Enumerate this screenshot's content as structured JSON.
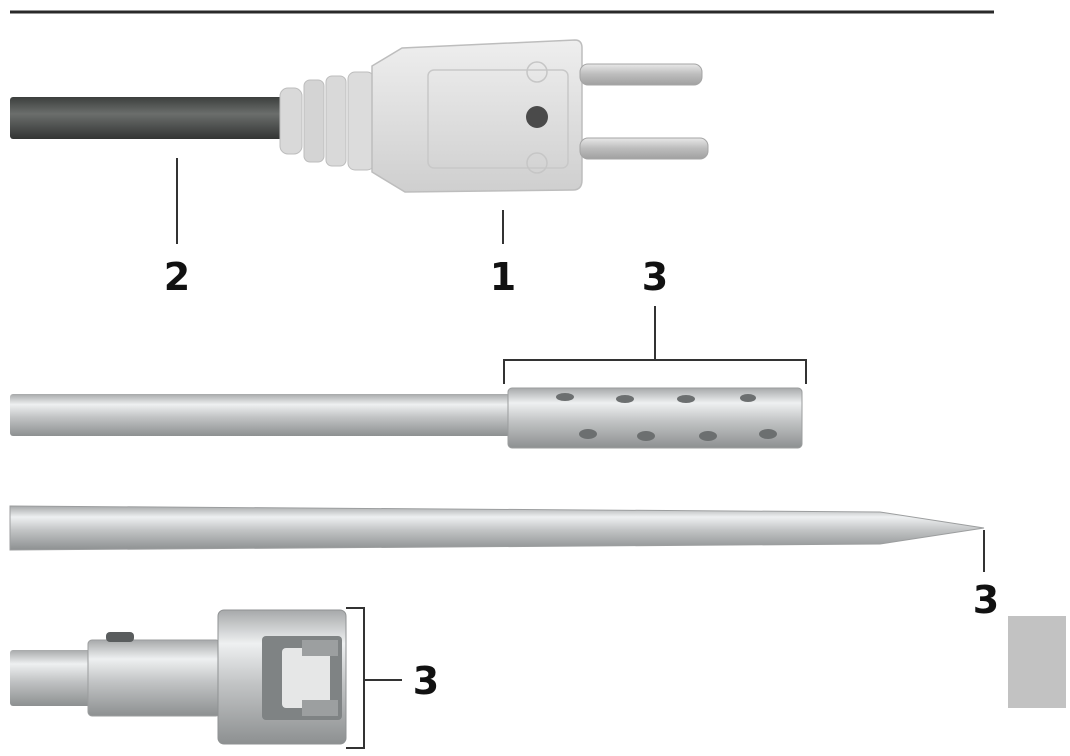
{
  "callouts": {
    "connector_plug": "1",
    "cable": "2",
    "immersion_probe_sensor": "3",
    "penetration_probe_tip": "3",
    "surface_probe_head": "3"
  },
  "colors": {
    "rule": "#2a2a2a",
    "cable": "#4a4d4b",
    "plug_body": "#dcdcdc",
    "pins": "#c9c9c9",
    "steel": "#c4c6c7",
    "tab": "#c2c2c2"
  },
  "icons": {
    "plug": "thermocouple-plug-icon",
    "probe": "steel-probe-icon"
  }
}
